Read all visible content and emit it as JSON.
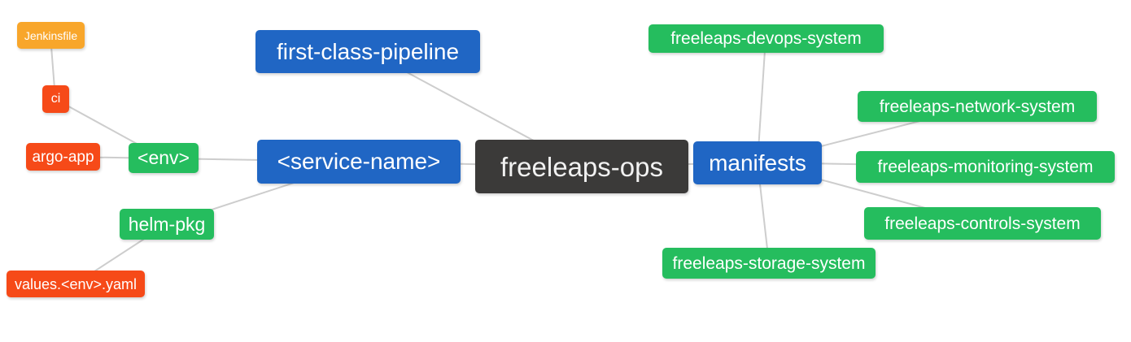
{
  "diagram": {
    "type": "mindmap",
    "background_color": "#ffffff",
    "edge_color": "#cdcdcd",
    "colors": {
      "blue": "#2066c4",
      "green": "#25bd5e",
      "red": "#f64a18",
      "orange": "#f8a62b",
      "dark": "#3b3a39",
      "text": "#ffffff"
    },
    "nodes": [
      {
        "id": "jenkinsfile",
        "label": "Jenkinsfile",
        "color": "orange"
      },
      {
        "id": "ci",
        "label": "ci",
        "color": "red"
      },
      {
        "id": "argo-app",
        "label": "argo-app",
        "color": "red"
      },
      {
        "id": "env",
        "label": "<env>",
        "color": "green"
      },
      {
        "id": "helm-pkg",
        "label": "helm-pkg",
        "color": "green"
      },
      {
        "id": "values-env-yaml",
        "label": "values.<env>.yaml",
        "color": "red"
      },
      {
        "id": "first-class-pipeline",
        "label": "first-class-pipeline",
        "color": "blue"
      },
      {
        "id": "service-name",
        "label": "<service-name>",
        "color": "blue"
      },
      {
        "id": "freeleaps-ops",
        "label": "freeleaps-ops",
        "color": "dark"
      },
      {
        "id": "manifests",
        "label": "manifests",
        "color": "blue"
      },
      {
        "id": "freeleaps-devops-system",
        "label": "freeleaps-devops-system",
        "color": "green"
      },
      {
        "id": "freeleaps-network-system",
        "label": "freeleaps-network-system",
        "color": "green"
      },
      {
        "id": "freeleaps-monitoring-system",
        "label": "freeleaps-monitoring-system",
        "color": "green"
      },
      {
        "id": "freeleaps-controls-system",
        "label": "freeleaps-controls-system",
        "color": "green"
      },
      {
        "id": "freeleaps-storage-system",
        "label": "freeleaps-storage-system",
        "color": "green"
      }
    ],
    "edges": [
      [
        "jenkinsfile",
        "ci"
      ],
      [
        "ci",
        "env"
      ],
      [
        "argo-app",
        "env"
      ],
      [
        "env",
        "service-name"
      ],
      [
        "helm-pkg",
        "service-name"
      ],
      [
        "values-env-yaml",
        "helm-pkg"
      ],
      [
        "first-class-pipeline",
        "freeleaps-ops"
      ],
      [
        "service-name",
        "freeleaps-ops"
      ],
      [
        "freeleaps-ops",
        "manifests"
      ],
      [
        "manifests",
        "freeleaps-devops-system"
      ],
      [
        "manifests",
        "freeleaps-network-system"
      ],
      [
        "manifests",
        "freeleaps-monitoring-system"
      ],
      [
        "manifests",
        "freeleaps-controls-system"
      ],
      [
        "manifests",
        "freeleaps-storage-system"
      ]
    ]
  }
}
